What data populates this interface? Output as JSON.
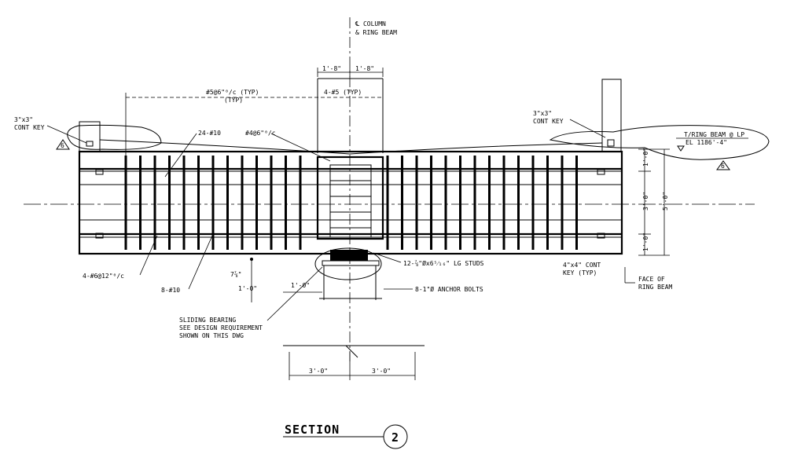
{
  "labels": {
    "column_line_1": "℄ COLUMN",
    "column_line_2": "& RING BEAM",
    "dim_top_left": "1'-8\"",
    "dim_top_right": "1'-8\"",
    "stirrups_typ_1": "#5@6\"⁰/c (TYP)",
    "stirrups_typ_2": "(TYP)",
    "stirrups_center": "4-#5 (TYP)",
    "key_left_1": "3\"x3\"",
    "key_left_2": "CONT KEY",
    "key_right_1": "3\"x3\"",
    "key_right_2": "CONT KEY",
    "bars_top": "24-#10",
    "ties": "#4@6\"⁰/c",
    "tring_1": "T/RING BEAM @ LP",
    "tring_2": "EL 1186'-4\"",
    "bars_side": "4-#6@12\"⁰/c",
    "bars_bottom": "8-#10",
    "studs": "12-⅞\"Øx6⁵⁄₁₆\" LG STUDS",
    "key_4x4_1": "4\"x4\" CONT",
    "key_4x4_2": "KEY (TYP)",
    "face_1": "FACE OF",
    "face_2": "RING BEAM",
    "anchor": "8-1\"Ø ANCHOR BOLTS",
    "bearing_dim": "1'-0\"",
    "vert_dim_1": "7⅞\"",
    "vert_dim_2": "1'-0\"",
    "sliding_1": "SLIDING BEARING",
    "sliding_2": "SEE DESIGN REQUIREMENT",
    "sliding_3": "SHOWN ON THIS DWG",
    "dim_bottom_left": "3'-0\"",
    "dim_bottom_right": "3'-0\"",
    "dim_right_top": "1'-0\"",
    "dim_right_mid": "3'-0\"",
    "dim_right_total": "5'-0\"",
    "dim_right_bot": "1'-0\"",
    "rev_left": "6",
    "rev_right": "6"
  },
  "title": {
    "text": "SECTION",
    "number": "2"
  }
}
